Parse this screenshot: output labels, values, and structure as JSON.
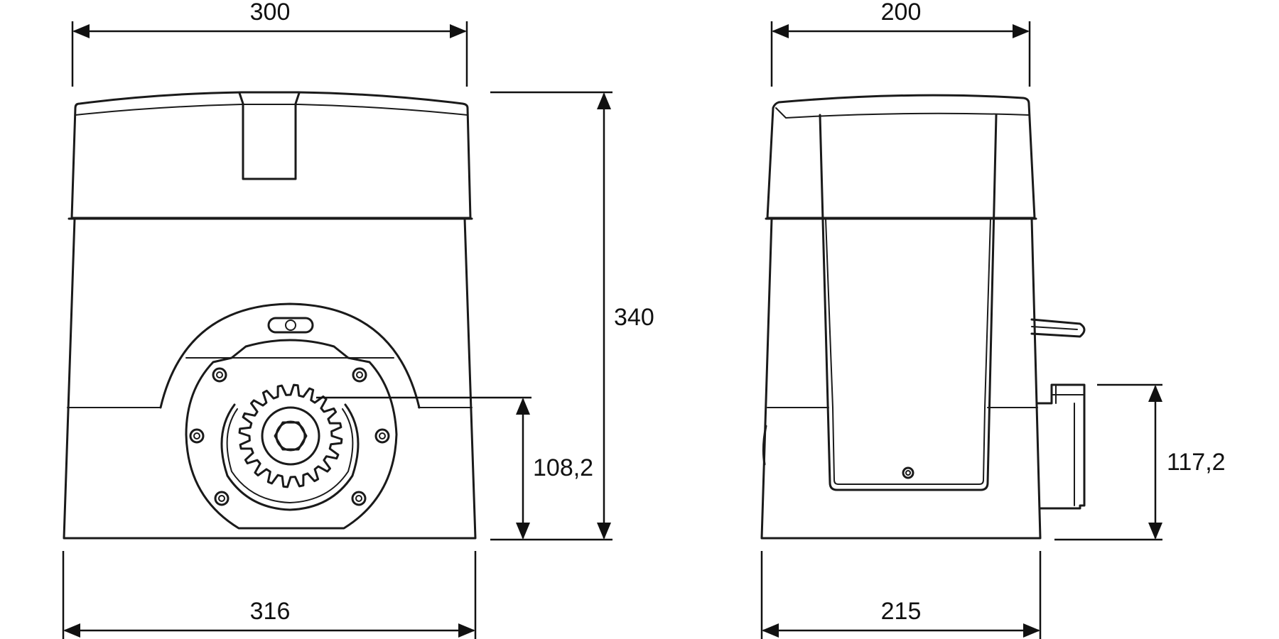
{
  "dimensions": {
    "front_top_width": "300",
    "front_bottom_width": "316",
    "total_height": "340",
    "gear_height": "108,2",
    "side_top_width": "200",
    "side_bottom_width": "215",
    "side_bracket_height": "117,2"
  },
  "colors": {
    "line": "#1a1a1a",
    "background": "#ffffff"
  }
}
